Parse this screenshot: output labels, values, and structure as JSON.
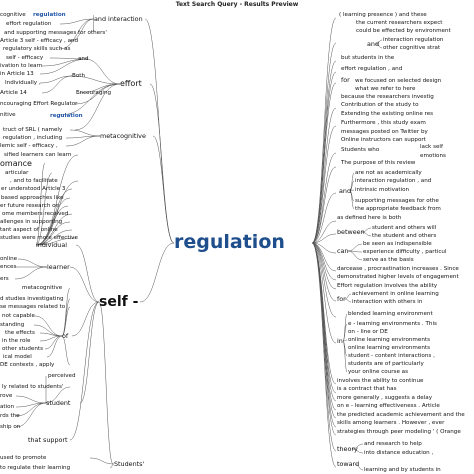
{
  "title": "Text Search Query - Results Preview",
  "center": "regulation",
  "self_node": "self -",
  "left_hubs": {
    "and_interaction": "and interaction",
    "effort": "effort",
    "metacognitive": "metacognitive",
    "individual": "individual",
    "learner": "learner",
    "of": "of",
    "student": "student",
    "that_support": "that support",
    "students_apos": "Students'"
  },
  "left_top": [
    "cognitive",
    "regulation",
    "effort regulation",
    "and supporting messages for others'",
    "Article 3 self - efficacy , and",
    "regulatory skills such as",
    "self - efficacy",
    "ivation to learn",
    "in Article 13",
    "Both",
    "Individually ,",
    "Encouraging",
    "ncouraging Effort Regulator",
    "nitive",
    "regulation",
    "truct of SRL ( namely",
    "regulation , including",
    "lemic self - efficacy ,",
    "and",
    "effort",
    "Article 14"
  ],
  "left_mid": [
    "sified learners can learn",
    "omance",
    "articular",
    ", and to facilitate",
    "er understood Article 3",
    "based approaches like",
    "er future research on",
    "ome members received",
    "allenges in supporting",
    "tant aspect of online",
    "studies were more effective",
    "online",
    "ences",
    "ers"
  ],
  "left_low": [
    "metacognitive",
    "d studies investigating",
    "se messages related to",
    "not capable",
    "standing",
    "the effects",
    "in the role",
    "other students",
    "ical model",
    "DE contexts , apply",
    "perceived",
    "ly related to students'",
    "rove",
    "ation",
    "rds the",
    "ship on",
    "used to promote",
    "to regulate their learning"
  ],
  "right_items": [
    "( learning presence ) and these",
    "the current researchers expect",
    "could be effected by environment",
    "interaction regulation",
    "and",
    "other cognitive strat",
    "but students in the",
    "effort regulation , and",
    "for",
    "we focused on selected design",
    "what we refer to here",
    "because the researchers investig",
    "Contribution of the study to",
    "Extending the existing online res",
    "Furthermore , this study exam",
    "messages posted on Twitter by",
    "Online instructors can support",
    "Students who",
    "lack self",
    "emotions",
    "The purpose of this review",
    "are not as academically",
    "interaction regulation , and",
    "intrinsic motivation",
    "supporting messages for othe",
    "the appropriate feedback from",
    "as defined here is both",
    "between",
    "student and others will",
    "the student and others",
    "can",
    "be seen as indispensible",
    "experience difficulty , particul",
    "serve as the basis",
    "darcease , procrastination increases . Since",
    "demonstrated higher levels of engagement",
    "Effort regulation involves the ability",
    "for",
    "achievement in online learning",
    "interaction with others in",
    "blended learning environment",
    "e - learning environments . This",
    "on - line or DE",
    "in",
    "online learning environments",
    "online learning environments",
    "student - content interactions ,",
    "students are of particularly",
    "your online course as",
    "involves the ability to continue",
    "is a contract that has",
    "more generally , suggests a delay",
    "on e - learning effectiveness . Article",
    "the predicted academic achievement and the",
    "skills among learners . However , ever",
    "strategies through peer modeling ' ( Orange",
    "theory",
    "and research to help",
    "into distance education ,",
    "toward",
    "learning and by students in"
  ]
}
